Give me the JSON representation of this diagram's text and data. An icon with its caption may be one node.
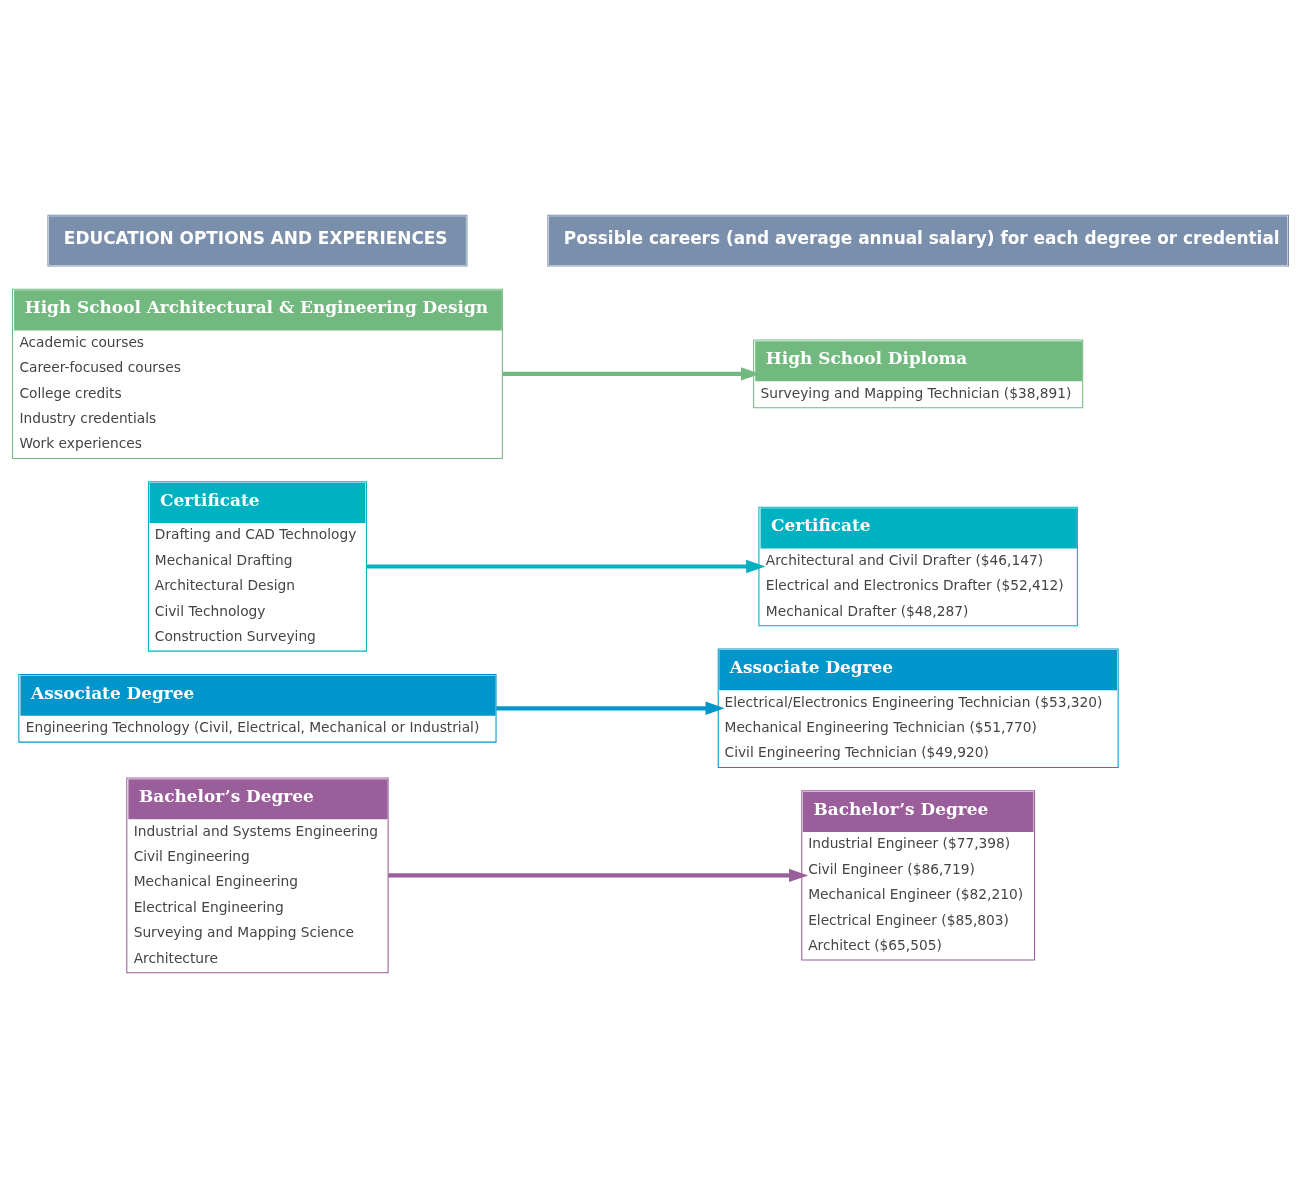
{
  "diagram": {
    "nodes": [
      {
        "text": [
          "EDUCATION OPTIONS AND EXPERIENCES"
        ]
      },
      {
        "text": [
          "Possible careers (and average annual salary) for each degree or credential"
        ]
      },
      {
        "text": [
          "High School Architectural & Engineering Design",
          "Academic courses",
          "Career-focused courses",
          "College credits",
          "Industry credentials",
          "Work experiences"
        ]
      },
      {
        "text": [
          "Certificate",
          "Drafting and CAD Technology",
          "Mechanical Drafting",
          "Architectural Design",
          "Civil Technology",
          "Construction Surveying"
        ]
      },
      {
        "text": [
          "Associate Degree",
          "Engineering Technology (Civil, Electrical, Mechanical or Industrial)"
        ]
      },
      {
        "text": [
          "Bachelor’s Degree",
          "Industrial and Systems Engineering",
          "Civil Engineering",
          "Mechanical Engineering",
          "Electrical Engineering",
          "Surveying and Mapping Science",
          "Architecture"
        ]
      },
      {
        "text": [
          "High School Diploma",
          "Surveying and Mapping Technician ($38,891)"
        ]
      },
      {
        "text": [
          "Certificate",
          "Architectural and Civil Drafter ($46,147)",
          "Electrical and Electronics Drafter ($52,412)",
          "Mechanical Drafter ($48,287)"
        ]
      },
      {
        "text": [
          "Associate Degree",
          "Electrical/Electronics Engineering Technician ($53,320)",
          "Mechanical Engineering Technician ($51,770)",
          "Civil Engineering Technician ($49,920)"
        ]
      },
      {
        "text": [
          "Bachelor’s Degree",
          "Industrial Engineer ($77,398)",
          "Civil Engineer ($86,719)",
          "Mechanical Engineer ($82,210)",
          "Electrical Engineer ($85,803)",
          "Architect ($65,505)"
        ]
      }
    ],
    "edges": [
      {
        "from": 2,
        "to": 6,
        "arrow": "to",
        "color": "#72b97f"
      },
      {
        "from": 3,
        "to": 7,
        "arrow": "to",
        "color": "#00b1c1"
      },
      {
        "from": 4,
        "to": 8,
        "arrow": "to",
        "color": "#0096cc"
      },
      {
        "from": 5,
        "to": 9,
        "arrow": "to",
        "color": "#9a5f9a"
      }
    ]
  }
}
